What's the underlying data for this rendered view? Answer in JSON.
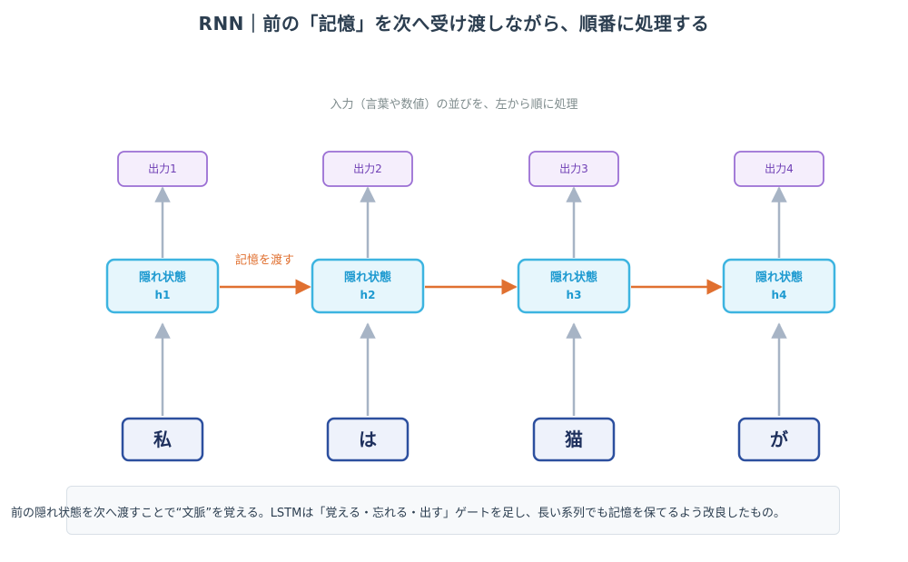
{
  "header": {
    "title": "RNN｜前の「記憶」を次へ受け渡しながら、順番に処理する",
    "subtitle": "入力（言葉や数値）の並びを、左から順に処理"
  },
  "steps": [
    {
      "output": "出力1",
      "hidden_line1": "隠れ状態",
      "hidden_line2": "h1",
      "input": "私"
    },
    {
      "output": "出力2",
      "hidden_line1": "隠れ状態",
      "hidden_line2": "h2",
      "input": "は"
    },
    {
      "output": "出力3",
      "hidden_line1": "隠れ状態",
      "hidden_line2": "h3",
      "input": "猫"
    },
    {
      "output": "出力4",
      "hidden_line1": "隠れ状態",
      "hidden_line2": "h4",
      "input": "が"
    }
  ],
  "memory_label": "記憶を渡す",
  "footer": {
    "note": "前の隠れ状態を次へ渡すことで“文脈”を覚える。LSTMは「覚える・忘れる・出す」ゲートを足し、長い系列でも記憶を保てるよう改良したもの。"
  },
  "colors": {
    "output_fill": "#f5eefc",
    "output_stroke": "#9b6fd4",
    "output_text": "#6f3fb5",
    "hidden_fill": "#e6f6fc",
    "hidden_stroke": "#3db4e0",
    "hidden_text": "#1e9ad0",
    "input_fill": "#eef2fb",
    "input_stroke": "#2c4f9e",
    "input_text": "#1d2f5c",
    "vertical_arrow": "#a7b4c5",
    "memory_arrow": "#e07030",
    "memory_text": "#e07030"
  }
}
